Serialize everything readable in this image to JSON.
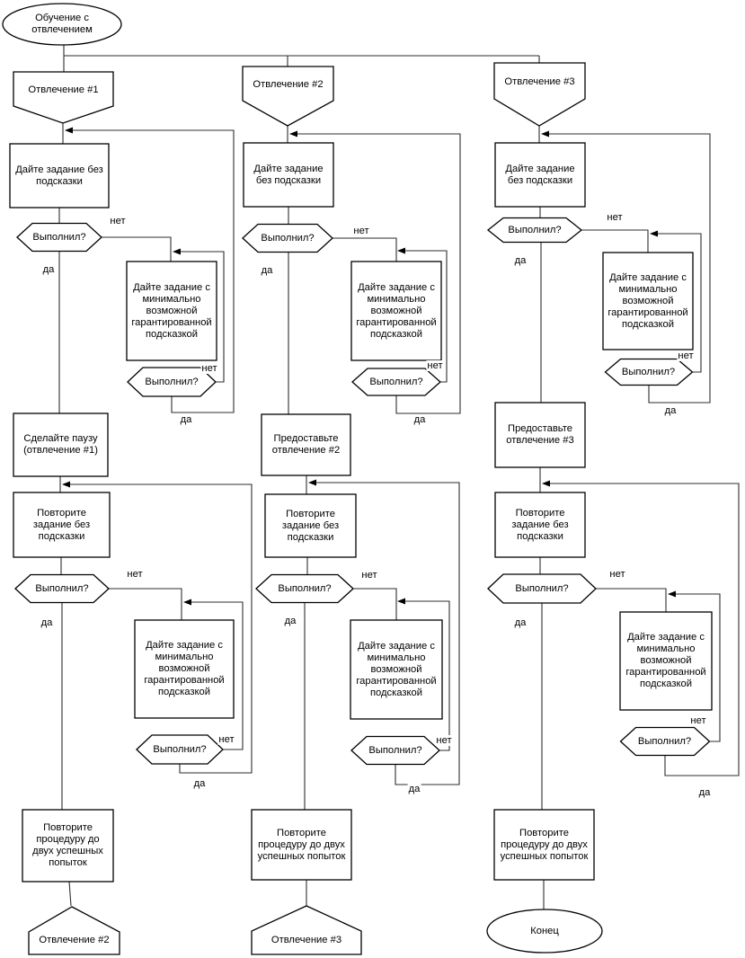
{
  "title": "Обучение с отвлечением",
  "labels": {
    "yes": "да",
    "no": "нет"
  },
  "start": "Обучение с\nотвлечением",
  "end": "Конец",
  "shared": {
    "check": "Выполнил?",
    "min_prompt": "Дайте задание с\nминимально\nвозможной\nгарантированной\nподсказкой",
    "repeat_task": "Повторите\nзадание без\nподсказки"
  },
  "columns": [
    {
      "entry": "Отвлечение #1",
      "give_task": "Дайте задание без\nподсказки",
      "transition": "Сделайте паузу\n(отвлечение #1)",
      "repeat_procedure": "Повторите\nпроцедуру до\nдвух успешных\nпопыток",
      "exit": "Отвлечение #2"
    },
    {
      "entry": "Отвлечение #2",
      "give_task": "Дайте задание\nбез подсказки",
      "transition": "Предоставьте\nотвлечение #2",
      "repeat_procedure": "Повторите\nпроцедуру до двух\nуспешных попыток",
      "exit": "Отвлечение #3"
    },
    {
      "entry": "Отвлечение #3",
      "give_task": "Дайте задание\nбез подсказки",
      "transition": "Предоставьте\nотвлечение #3",
      "repeat_procedure": "Повторите\nпроцедуру до двух\nуспешных попыток"
    }
  ]
}
